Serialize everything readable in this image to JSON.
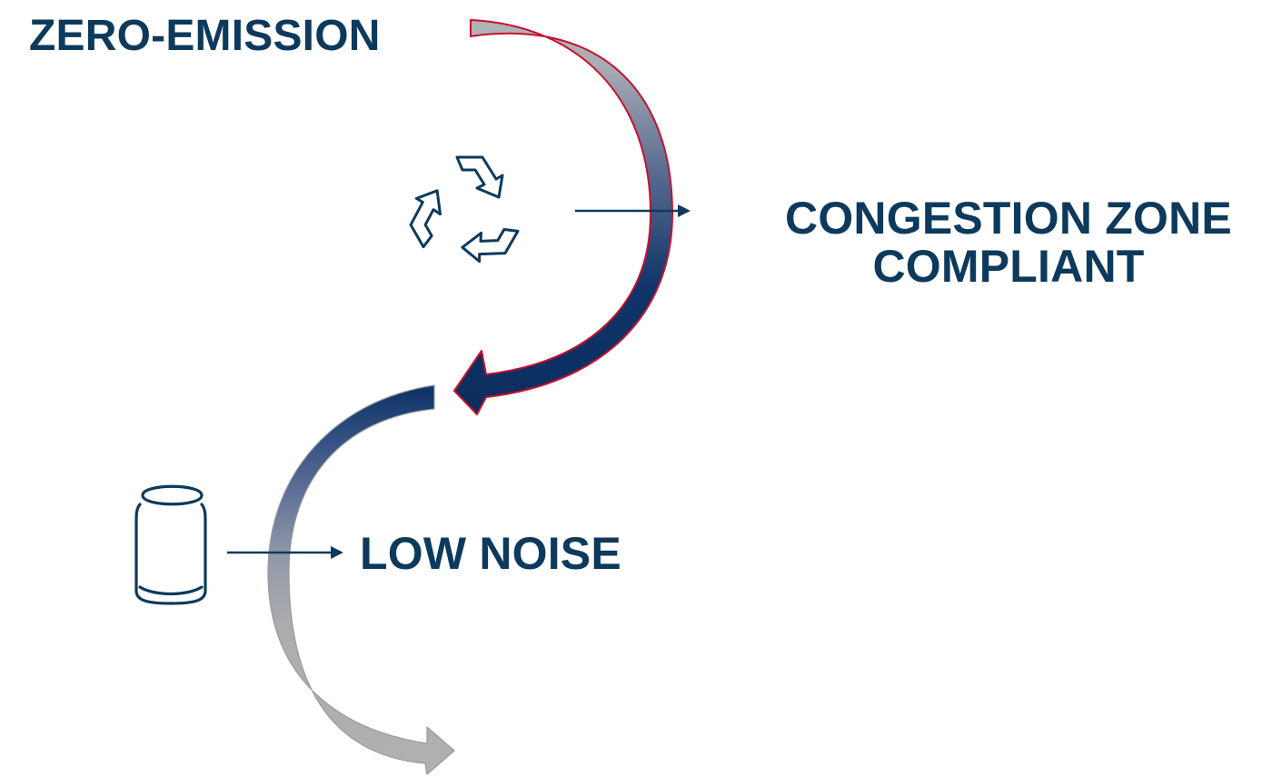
{
  "labels": {
    "zero_emission": "ZERO-EMISSION",
    "congestion_line1": "CONGESTION ZONE",
    "congestion_line2": "COMPLIANT",
    "low_noise": "LOW NOISE"
  },
  "icons": {
    "upper": "recycle-icon",
    "lower": "cylinder-icon"
  },
  "colors": {
    "text": "#0d3a5c",
    "navy": "#0f3468",
    "grey": "#adadad",
    "crimson": "#c8102e",
    "icon": "#0d3a5c"
  }
}
